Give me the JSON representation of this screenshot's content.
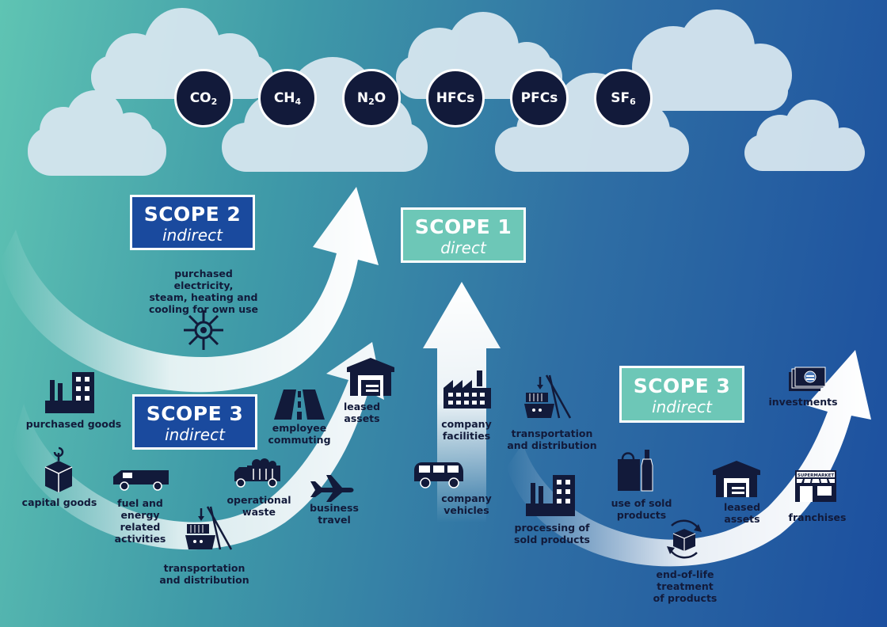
{
  "gases": [
    {
      "base": "CO",
      "sub": "2"
    },
    {
      "base": "CH",
      "sub": "4"
    },
    {
      "base": "N",
      "sub": "2",
      "tail": "O"
    },
    {
      "base": "HFCs",
      "sub": ""
    },
    {
      "base": "PFCs",
      "sub": ""
    },
    {
      "base": "SF",
      "sub": "6"
    }
  ],
  "scopes": {
    "scope2": {
      "title": "SCOPE 2",
      "subtitle": "indirect"
    },
    "scope1": {
      "title": "SCOPE 1",
      "subtitle": "direct"
    },
    "scope3_up": {
      "title": "SCOPE 3",
      "subtitle": "indirect"
    },
    "scope3_down": {
      "title": "SCOPE 3",
      "subtitle": "indirect"
    }
  },
  "labels": {
    "purchased_electricity": "purchased electricity,\nsteam, heating and\ncooling for own use",
    "purchased_goods": "purchased goods",
    "capital_goods": "capital goods",
    "fuel_energy": "fuel and\nenergy\nrelated\nactivities",
    "transport_up": "transportation\nand distribution",
    "operational_waste": "operational\nwaste",
    "business_travel": "business\ntravel",
    "employee_commuting": "employee\ncommuting",
    "leased_assets_up": "leased\nassets",
    "company_facilities": "company\nfacilities",
    "company_vehicles": "company\nvehicles",
    "transport_down": "transportation\nand distribution",
    "processing_sold": "processing of\nsold products",
    "use_sold": "use of sold\nproducts",
    "end_of_life": "end-of-life\ntreatment\nof products",
    "leased_assets_down": "leased\nassets",
    "franchises": "franchises",
    "investments": "investments",
    "supermarket_sign": "SUPERMARKET"
  },
  "colors": {
    "dark_navy": "#121a3a",
    "scope_blue": "#1a4a9e",
    "scope_teal": "#6dc7b7",
    "cloud": "#d6e6ef"
  }
}
